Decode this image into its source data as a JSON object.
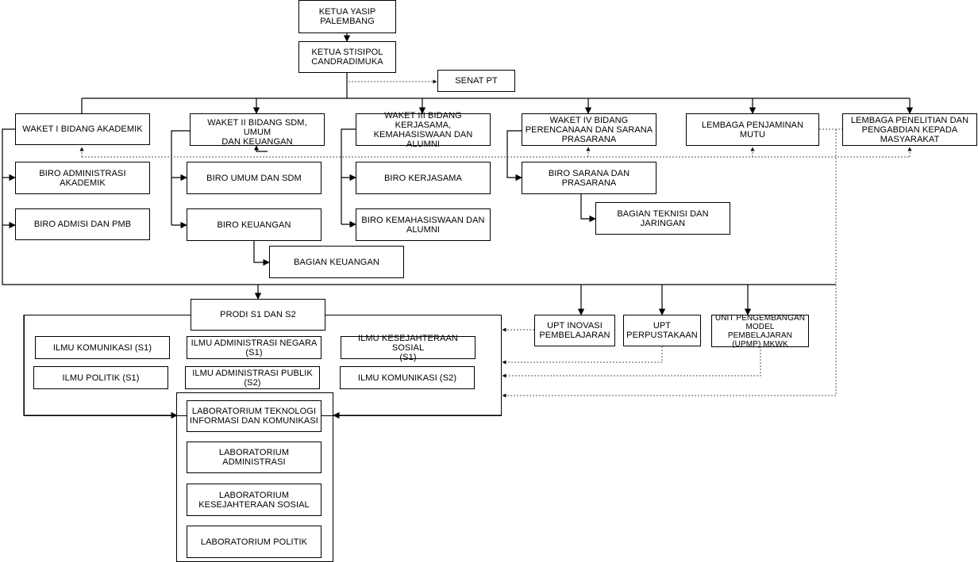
{
  "nodes": {
    "ketua_yasip": "KETUA YASIP\nPALEMBANG",
    "ketua_stisipol": "KETUA STISIPOL\nCANDRADIMUKA",
    "senat": "SENAT PT",
    "waket1": "WAKET I BIDANG AKADEMIK",
    "waket2": "WAKET II BIDANG SDM, UMUM\nDAN KEUANGAN",
    "waket3": "WAKET III BIDANG\nKERJASAMA,\nKEMAHASISWAAN DAN ALUMNI",
    "waket4": "WAKET IV BIDANG\nPERENCANAAN DAN SARANA\nPRASARANA",
    "lpm": "LEMBAGA PENJAMINAN MUTU",
    "lppm": "LEMBAGA PENELITIAN DAN\nPENGABDIAN KEPADA\nMASYARAKAT",
    "biro_akademik": "BIRO ADMINISTRASI AKADEMIK",
    "biro_pmb": "BIRO ADMISI DAN PMB",
    "biro_umum": "BIRO UMUM DAN SDM",
    "biro_keuangan": "BIRO KEUANGAN",
    "bagian_keuangan": "BAGIAN KEUANGAN",
    "biro_kerjasama": "BIRO KERJASAMA",
    "biro_kemahasiswaan": "BIRO KEMAHASISWAAN DAN\nALUMNI",
    "biro_sarana": "BIRO SARANA DAN\nPRASARANA",
    "bagian_teknisi": "BAGIAN TEKNISI DAN\nJARINGAN",
    "prodi": "PRODI S1 DAN S2",
    "ilkom_s1": "ILMU KOMUNIKASI (S1)",
    "ilmu_politik": "ILMU POLITIK (S1)",
    "ian": "ILMU ADMINISTRASI NEGARA\n(S1)",
    "iap": "ILMU ADMINISTRASI PUBLIK\n(S2)",
    "iks": "ILMU KESEJAHTERAAN SOSIAL\n(S1)",
    "ilkom_s2": "ILMU KOMUNIKASI (S2)",
    "upt_inovasi": "UPT INOVASI\nPEMBELAJARAN",
    "upt_perpus": "UPT\nPERPUSTAKAAN",
    "unit_pengembangan": "UNIT PENGEMBANGAN\nMODEL PEMBELAJARAN\n(UPMP) MKWK",
    "lab_tik": "LABORATORIUM TEKNOLOGI\nINFORMASI DAN KOMUNIKASI",
    "lab_adm": "LABORATORIUM\nADMINISTRASI",
    "lab_ks": "LABORATORIUM\nKESEJAHTERAAN SOSIAL",
    "lab_politik": "LABORATORIUM POLITIK"
  }
}
